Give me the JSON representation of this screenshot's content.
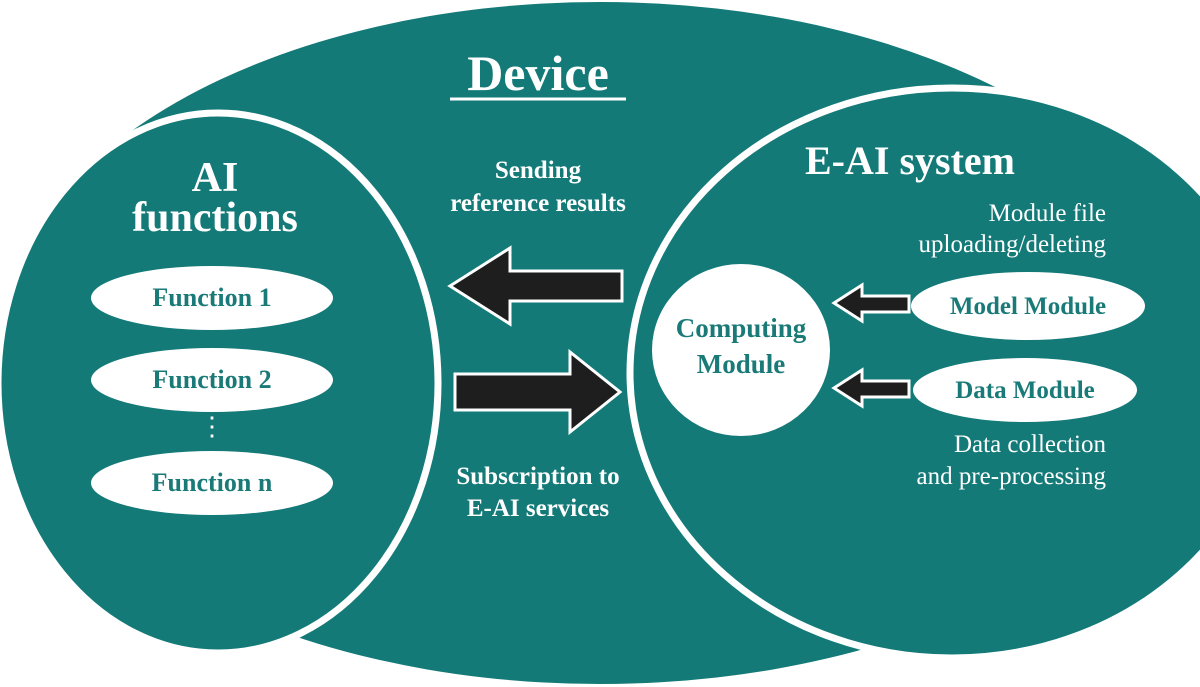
{
  "colors": {
    "teal": "#137a78",
    "white": "#ffffff",
    "arrow": "#1e1e1e",
    "pill_text": "#1a7a78"
  },
  "device": {
    "title": "Device"
  },
  "ai_functions": {
    "title_line1": "AI",
    "title_line2": "functions",
    "functions": [
      "Function 1",
      "Function 2",
      "Function n"
    ],
    "ellipsis": "⋮"
  },
  "flows": {
    "sending_line1": "Sending",
    "sending_line2": "reference results",
    "subscription_line1": "Subscription to",
    "subscription_line2": "E-AI services"
  },
  "eai_system": {
    "title": "E-AI system",
    "upload_note_line1": "Module file",
    "upload_note_line2": "uploading/deleting",
    "computing_line1": "Computing",
    "computing_line2": "Module",
    "model_module": "Model Module",
    "data_module": "Data Module",
    "data_note_line1": "Data collection",
    "data_note_line2": "and pre-processing"
  }
}
